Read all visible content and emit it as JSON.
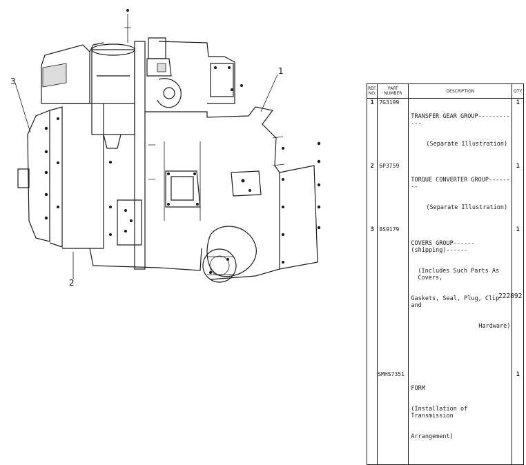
{
  "drawing": {
    "callouts": [
      "3",
      "1",
      "2"
    ]
  },
  "parts_table": {
    "headers": {
      "no": "REF. NO.",
      "part_number": "PART NUMBER",
      "description": "DESCRIPTION",
      "qty": "QTY."
    },
    "rows": [
      {
        "no": "1",
        "part_number": "7G3199",
        "description": "TRANSFER GEAR GROUP------------",
        "sub": [
          "(Separate Illustration)"
        ],
        "qty": "1"
      },
      {
        "no": "2",
        "part_number": "6P3759",
        "description": "TORQUE CONVERTER GROUP--------",
        "sub": [
          "(Separate Illustration)"
        ],
        "qty": "1"
      },
      {
        "no": "3",
        "part_number": "8S9179",
        "description": "COVERS GROUP------(shipping)------",
        "sub": [
          "(Includes Such Parts As Covers,",
          "Gaskets, Seal, Plug, Clip and",
          "Hardware)"
        ],
        "qty": "1"
      },
      {
        "no": "",
        "part_number": "SMHS7351",
        "description": "FORM",
        "sub": [
          "(Installation of Transmission",
          "Arrangement)"
        ],
        "qty": "1"
      }
    ]
  },
  "figure_number": "222892"
}
